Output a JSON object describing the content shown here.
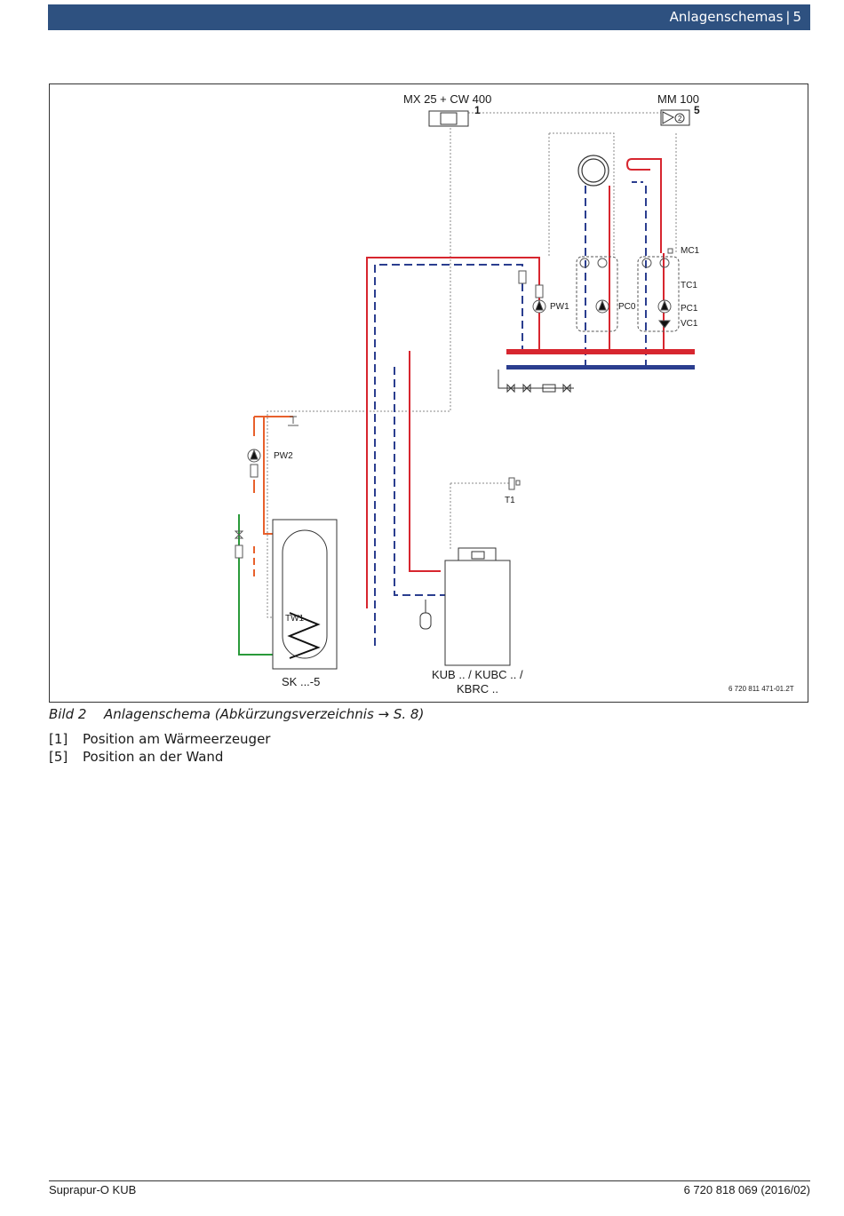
{
  "header": {
    "section_title": "Anlagenschemas",
    "page_number": "5"
  },
  "diagram": {
    "controller_label": "MX 25 + CW 400",
    "controller_pos": "1",
    "module_label": "MM 100",
    "module_pos": "5",
    "module_symbol": "2",
    "labels": {
      "mc1": "MC1",
      "tc1": "TC1",
      "pc1": "PC1",
      "vc1": "VC1",
      "pw1": "PW1",
      "pc0": "PC0",
      "pw2": "PW2",
      "t1": "T1",
      "tw1": "TW1",
      "tank": "SK ...-5",
      "boiler_line1": "KUB .. / KUBC .. /",
      "boiler_line2": "KBRC .."
    },
    "drawing_id": "6 720 811 471-01.2T",
    "colors": {
      "supply": "#d7262f",
      "return": "#2b3e8f",
      "dhw_hot": "#e8602c",
      "cold_water": "#2a9a3a",
      "control": "#888888"
    }
  },
  "caption": {
    "figure_label": "Bild 2",
    "text": "Anlagenschema (Abkürzungsverzeichnis → S. 8)"
  },
  "legend": [
    {
      "key": "[1]",
      "text": "Position am Wärmeerzeuger"
    },
    {
      "key": "[5]",
      "text": "Position an der Wand"
    }
  ],
  "footer": {
    "left": "Suprapur-O KUB",
    "right": "6 720 818 069 (2016/02)"
  }
}
